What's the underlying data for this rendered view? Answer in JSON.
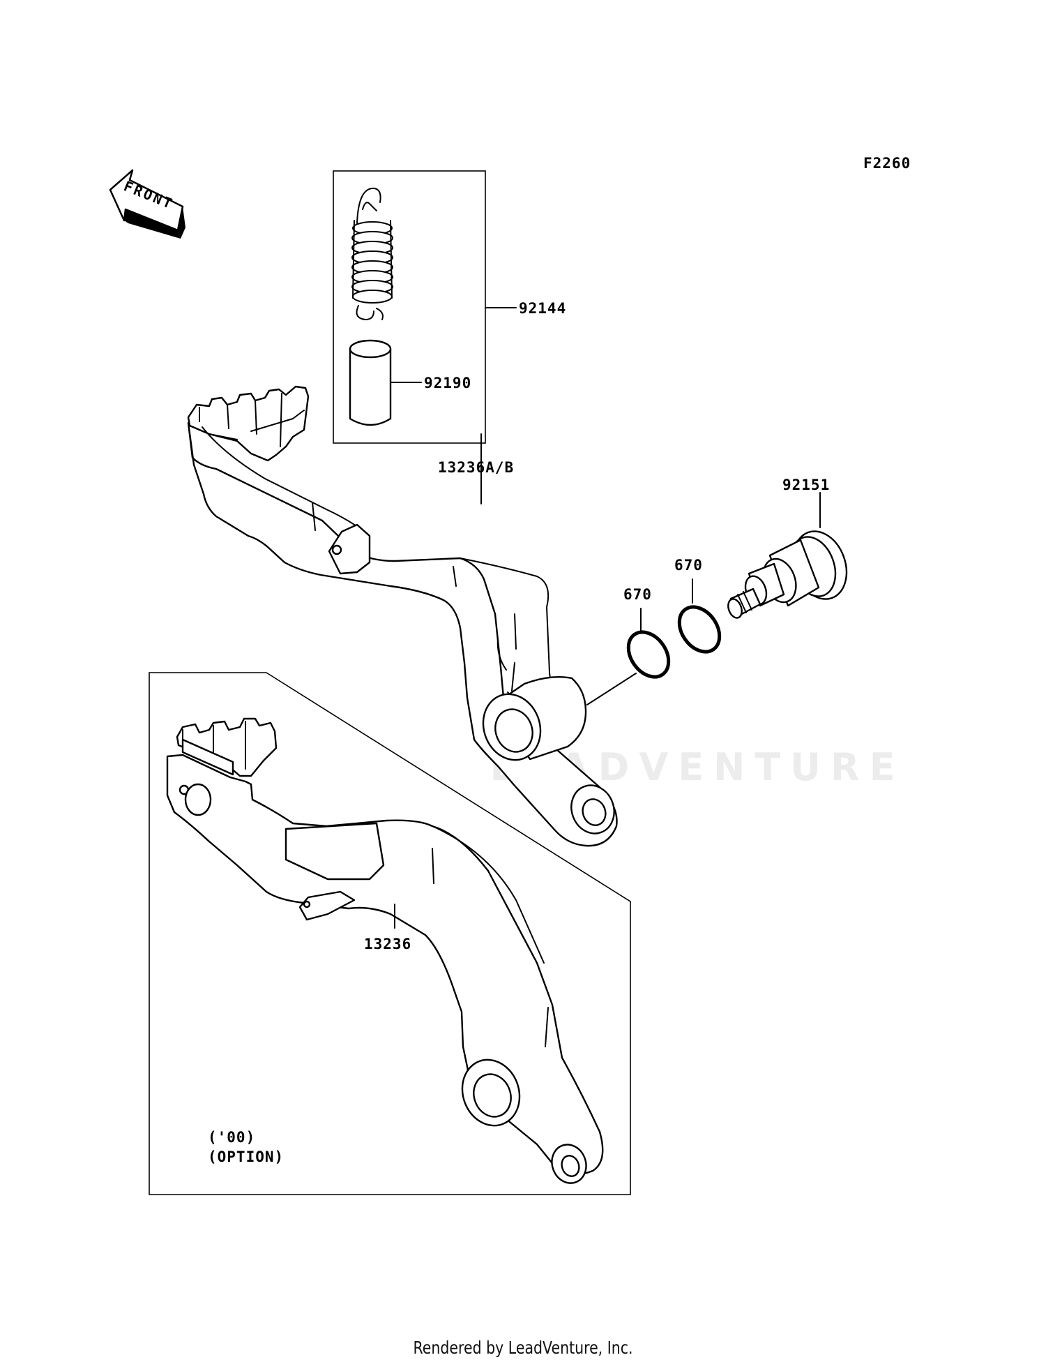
{
  "diagram_id": "F2260",
  "front_label": "FRONT",
  "parts": {
    "spring_kit": "92144",
    "collar": "92190",
    "pedal_ab": "13236A/B",
    "pivot_bolt": "92151",
    "oring_left": "670",
    "oring_right": "670",
    "pedal_option": "13236"
  },
  "option_note": {
    "line1": "('00)",
    "line2": "(OPTION)"
  },
  "watermark": "LEADVENTURE",
  "footer": "Rendered by LeadVenture, Inc."
}
